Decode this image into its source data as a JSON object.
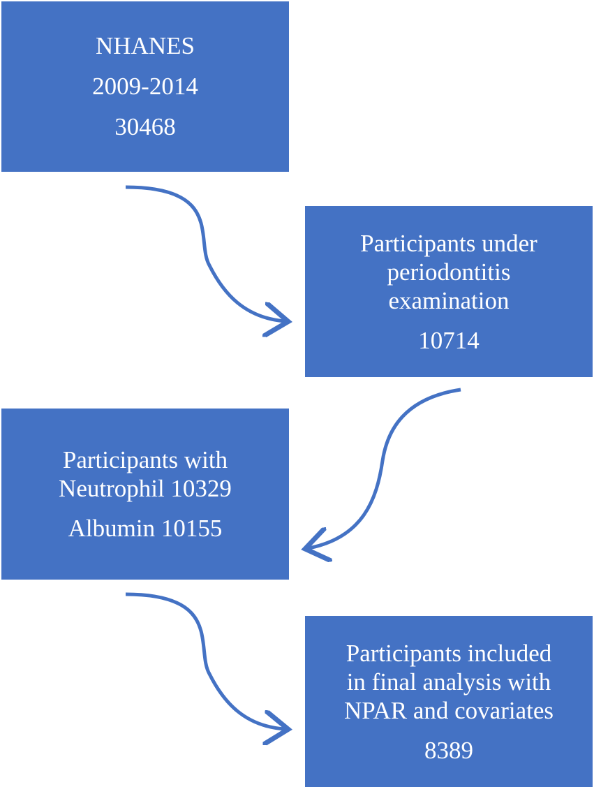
{
  "boxes": [
    {
      "lines": [
        "NHANES",
        "2009-2014",
        "30468"
      ]
    },
    {
      "lines": [
        "Participants under",
        "periodontitis",
        "examination"
      ],
      "count": "10714"
    },
    {
      "lines": [
        "Participants with",
        "Neutrophil 10329",
        "Albumin 10155"
      ]
    },
    {
      "lines": [
        "Participants included",
        "in final analysis with",
        "NPAR and covariates"
      ],
      "count": "8389"
    }
  ],
  "colors": {
    "box_fill": "#4472c4",
    "arrow": "#4472c4",
    "text": "#ffffff"
  }
}
